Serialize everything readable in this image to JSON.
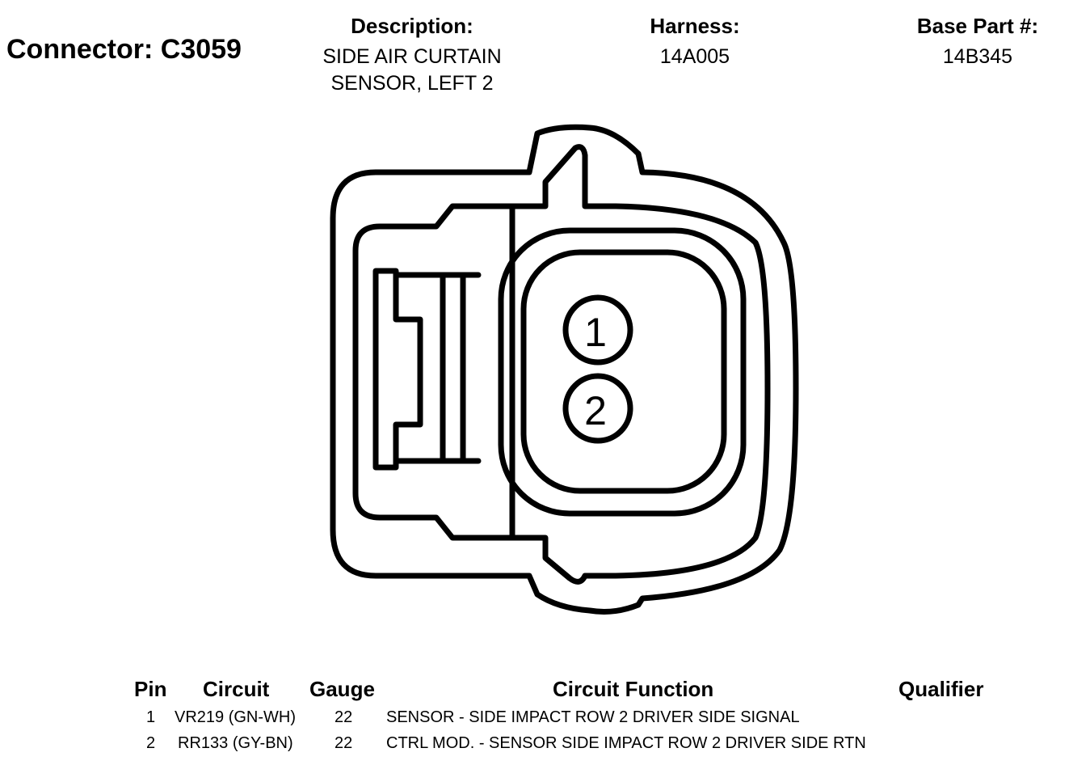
{
  "connector": {
    "title": "Connector: C3059"
  },
  "header": {
    "description": {
      "label": "Description:",
      "line1": "SIDE AIR CURTAIN",
      "line2": "SENSOR, LEFT 2"
    },
    "harness": {
      "label": "Harness:",
      "value": "14A005"
    },
    "base_part": {
      "label": "Base Part #:",
      "value": "14B345"
    }
  },
  "pins": {
    "pin1": "1",
    "pin2": "2"
  },
  "table": {
    "headers": {
      "pin": "Pin",
      "circuit": "Circuit",
      "gauge": "Gauge",
      "function": "Circuit Function",
      "qualifier": "Qualifier"
    },
    "rows": [
      {
        "pin": "1",
        "circuit": "VR219 (GN-WH)",
        "gauge": "22",
        "function": "SENSOR - SIDE IMPACT ROW 2 DRIVER SIDE SIGNAL",
        "qualifier": ""
      },
      {
        "pin": "2",
        "circuit": "RR133 (GY-BN)",
        "gauge": "22",
        "function": "CTRL MOD. - SENSOR SIDE IMPACT ROW 2 DRIVER SIDE RTN",
        "qualifier": ""
      }
    ]
  }
}
